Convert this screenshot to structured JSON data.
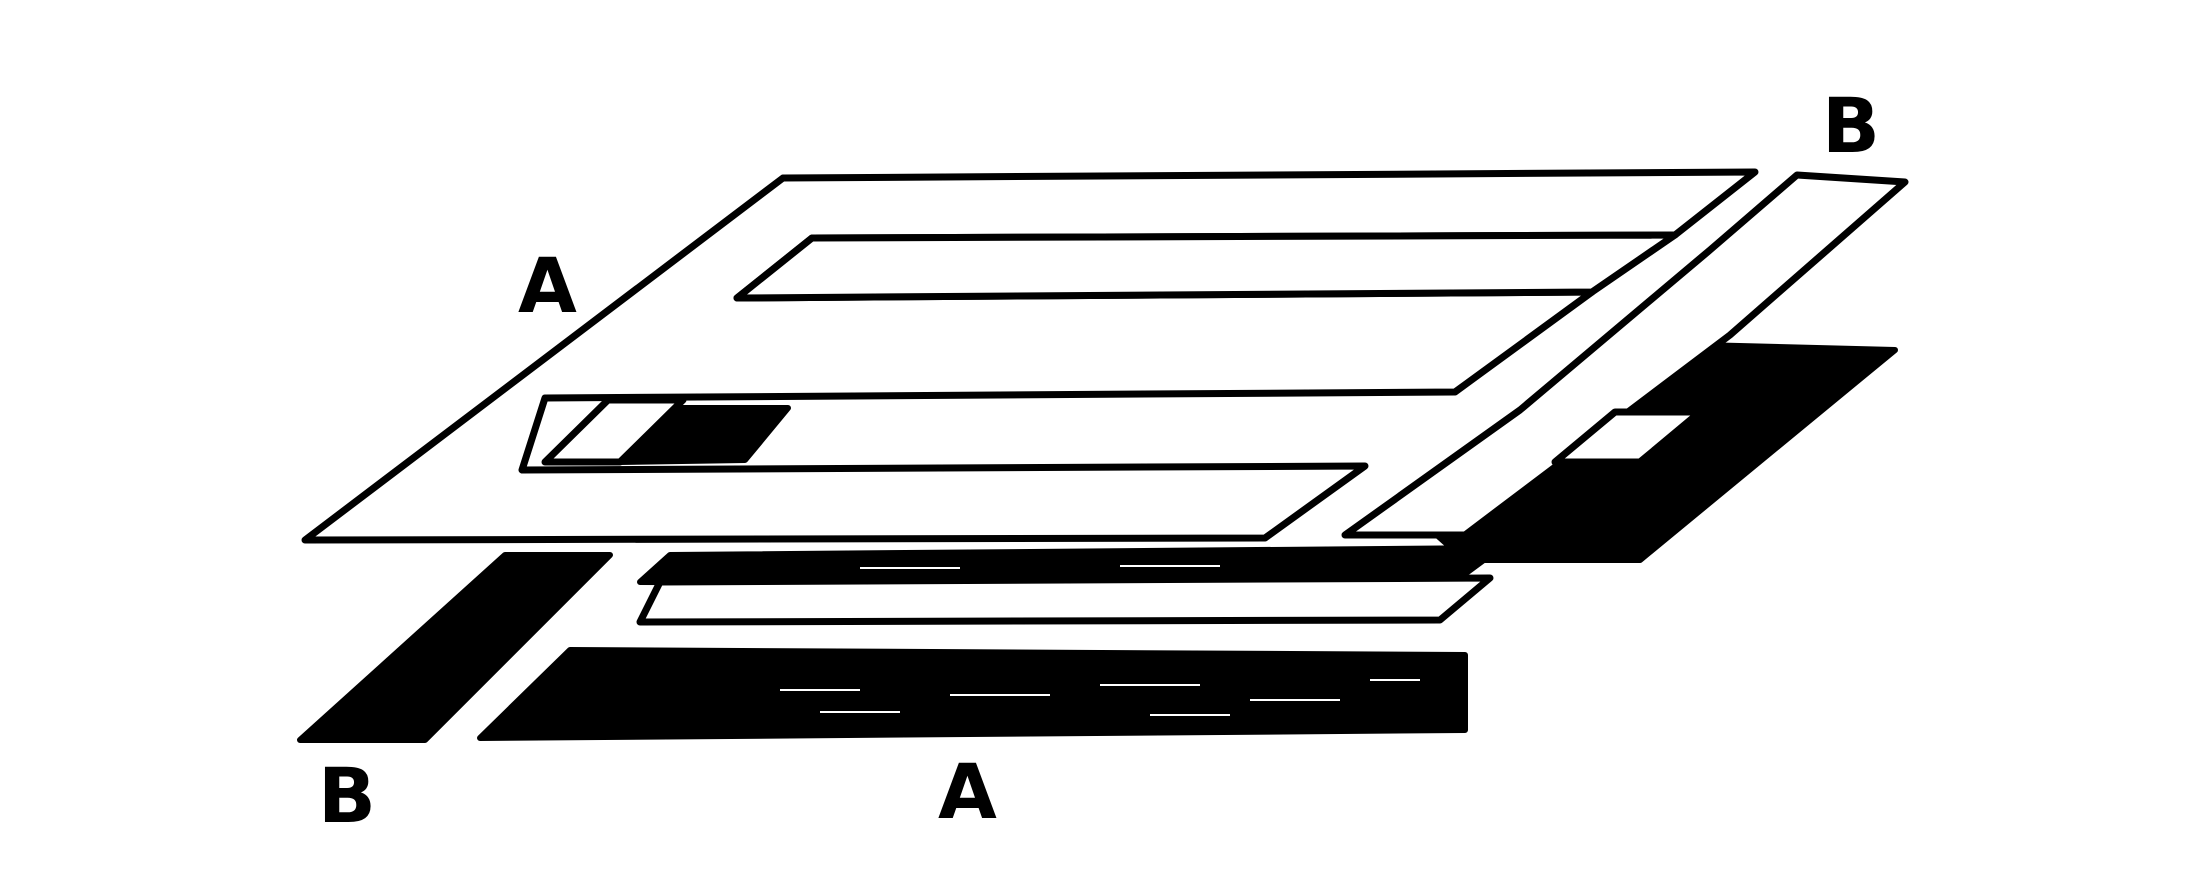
{
  "figure": {
    "labels": {
      "a_top": "A",
      "a_bottom": "A",
      "b_top": "B",
      "b_bottom": "B"
    },
    "colors": {
      "ink": "#000000",
      "paper": "#ffffff"
    }
  }
}
